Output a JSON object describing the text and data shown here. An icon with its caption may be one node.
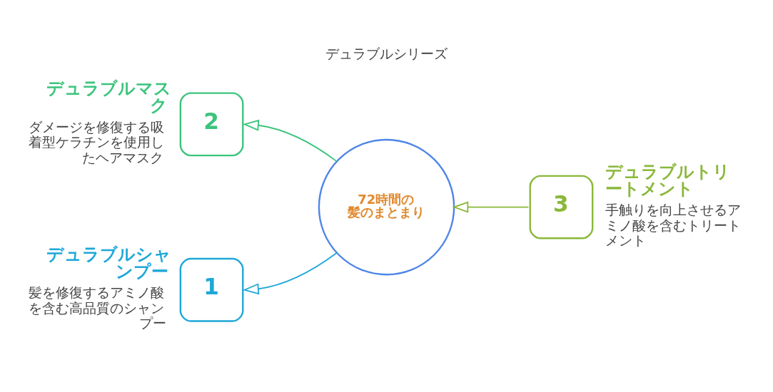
{
  "diagram": {
    "title": "デュラブルシリーズ",
    "nodes": [
      {
        "text": [
          "デュラブルマスク",
          "2"
        ],
        "beside": [
          "ダメージを修復する吸着型ケラチンを使用したヘアマスク"
        ]
      },
      {
        "text": [
          "デュラブルシャンプー",
          "1"
        ],
        "beside": [
          "髪を修復するアミノ酸を含む高品質のシャンプー"
        ]
      },
      {
        "text": [
          "72時間の髪のまとまり"
        ]
      },
      {
        "text": [
          "デュラブルトリートメント",
          "3"
        ],
        "beside": [
          "手触りを向上させるアミノ酸を含むトリートメント"
        ]
      }
    ],
    "edges": [
      {
        "from": 2,
        "to": 0,
        "arrow": "to",
        "color": "#3cc47c"
      },
      {
        "from": 2,
        "to": 1,
        "arrow": "to",
        "color": "#1ea7d9"
      },
      {
        "from": 3,
        "to": 2,
        "arrow": "to",
        "color": "#8ab83a"
      }
    ]
  }
}
